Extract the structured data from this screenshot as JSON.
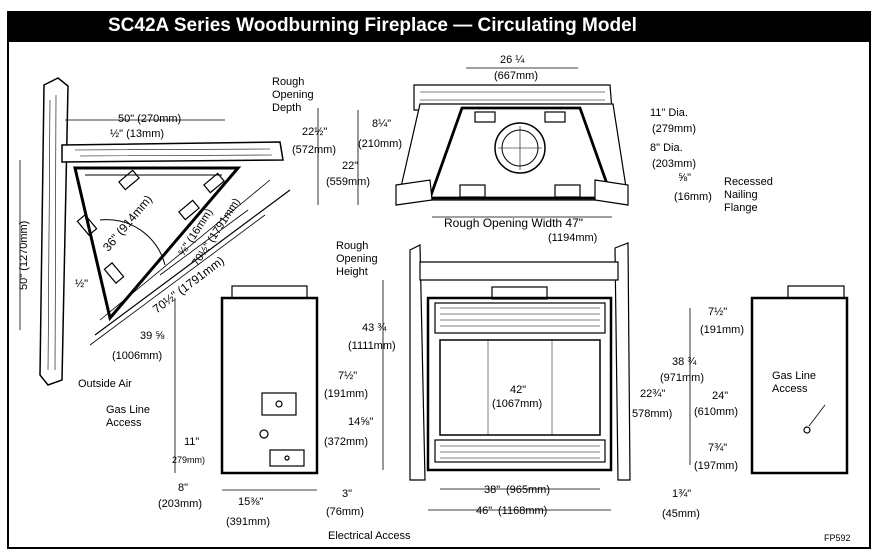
{
  "title": "SC42A Series Woodburning Fireplace — Circulating Model",
  "figure_code": "FP592",
  "corner_view": {
    "wall_left": "50\" (270mm)",
    "offset_half": "½\" (13mm)",
    "wall_height": "50\" (1270mm)",
    "small_half": "½\"",
    "diagonal_inner": "36\" (914mm)",
    "diagonal_5_8": "⅝\" (16mm)",
    "diagonal_inner2": "70½\" (1791mm)",
    "diagonal_outer": "70½\" (1791mm)"
  },
  "top_view": {
    "width_top": "26 ¼",
    "width_top_mm": "(667mm)",
    "rough_depth_label": "Rough\nOpening\nDepth",
    "depth_22_half": "22½\"",
    "depth_22_half_mm": "(572mm)",
    "depth_8_quarter": "8¼\"",
    "depth_8_quarter_mm": "(210mm)",
    "depth_22": "22\"",
    "depth_22_mm": "(559mm)",
    "dia_11": "11\" Dia.",
    "dia_11_mm": "(279mm)",
    "dia_8": "8\" Dia.",
    "dia_8_mm": "(203mm)",
    "recess_5_8": "⅝\"",
    "recess_mm": "(16mm)",
    "recess_label": "Recessed\nNailing\nFlange",
    "rough_width": "Rough Opening Width 47\"",
    "rough_width_mm": "(1194mm)"
  },
  "side_view": {
    "height_39": "39 ⅝",
    "height_39_mm": "(1006mm)",
    "outside_air": "Outside Air",
    "gas_line": "Gas Line\nAccess",
    "offset_7_half": "7½\"",
    "offset_7_half_mm": "(191mm)",
    "offset_14": "14⅝\"",
    "offset_14_mm": "(372mm)",
    "offset_11": "11\"",
    "offset_11_mm": "279mm)",
    "bottom_8": "8\"",
    "bottom_8_mm": "(203mm)",
    "bottom_15": "15⅜\"",
    "bottom_15_mm": "(391mm)",
    "bottom_3": "3\"",
    "bottom_3_mm": "(76mm)",
    "electrical": "Electrical Access"
  },
  "front_view": {
    "rough_height_label": "Rough\nOpening\nHeight",
    "height_43": "43 ¾",
    "height_43_mm": "(1111mm)",
    "opening_42": "42\"",
    "opening_42_mm": "(1067mm)",
    "top_7_half": "7½\"",
    "top_7_half_mm": "(191mm)",
    "height_38": "38 ¾",
    "height_38_mm": "(971mm)",
    "height_22": "22¾\"",
    "height_22_mm": "578mm)",
    "height_24": "24\"",
    "height_24_mm": "(610mm)",
    "bottom_7": "7¾\"",
    "bottom_7_mm": "(197mm)",
    "bottom_1": "1¾\"",
    "bottom_1_mm": "(45mm)",
    "width_38": "38\"",
    "width_38_mm": "(965mm)",
    "width_46": "46\"",
    "width_46_mm": "(1168mm)"
  },
  "right_view": {
    "gas_line": "Gas Line\nAccess"
  }
}
